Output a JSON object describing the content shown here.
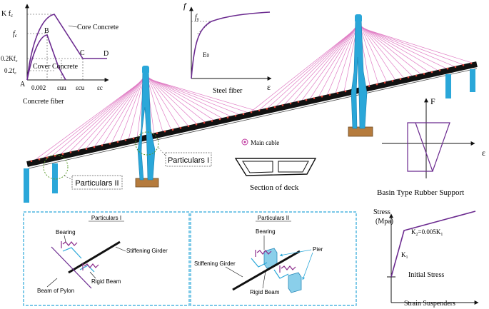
{
  "concrete": {
    "k_fc": "K f",
    "k_fc_sub": "c",
    "fc": "f",
    "fc_sub": "c",
    "k02": "0.2Kf",
    "k02_sub": "c",
    "f02": "0.2f",
    "f02_sub": "c",
    "pt_a": "A",
    "pt_b": "B",
    "pt_c": "C",
    "pt_d": "D",
    "core_label": "Core Concrete",
    "cover_label": "Cover Concrete",
    "x002": "0.002",
    "xuu": "εuu",
    "xcu": "εcu",
    "xc": "εc",
    "title": "Concrete fiber"
  },
  "steel": {
    "f_axis": "f",
    "fy": "f",
    "fy_sub": "y",
    "e0": "E",
    "e0_sub": "0",
    "eps_axis": "ε",
    "title": "Steel fiber"
  },
  "bridge": {
    "particulars_1": "Particulars I",
    "particulars_2": "Particulars II",
    "main_cable": "Main cable",
    "section_title": "Section of deck"
  },
  "bearing_curve": {
    "f_axis": "F",
    "eps_axis": "ε",
    "title": "Basin Type Rubber Support"
  },
  "detail1": {
    "title": "Particulars I",
    "bearing": "Bearing",
    "stiffening": "Stiffening Girder",
    "rigid": "Rigid Beam",
    "pylon_beam": "Beam of Pylon"
  },
  "detail2": {
    "title": "Particulars II",
    "bearing": "Bearing",
    "pier": "Pier",
    "stiffening": "Stiffening Girder",
    "rigid": "Rigid Beam"
  },
  "suspender": {
    "stress_axis": "Stress",
    "unit": "(Mpa)",
    "k2": "K",
    "k2_sub": "2",
    "k2_eq": "=0.005K",
    "k2_eq_sub": "1",
    "k1": "K",
    "k1_sub": "1",
    "initial": "Initial Stress",
    "x_axis": "Strain Suspenders"
  },
  "colors": {
    "pylon": "#2aa7d9",
    "cable": "#e07cc4",
    "deck": "#111111",
    "node": "#e0453a",
    "curve": "#6b2a8f",
    "box": "#2aa7d9",
    "spring": "#8a2a8a",
    "base": "#b57b3d"
  }
}
